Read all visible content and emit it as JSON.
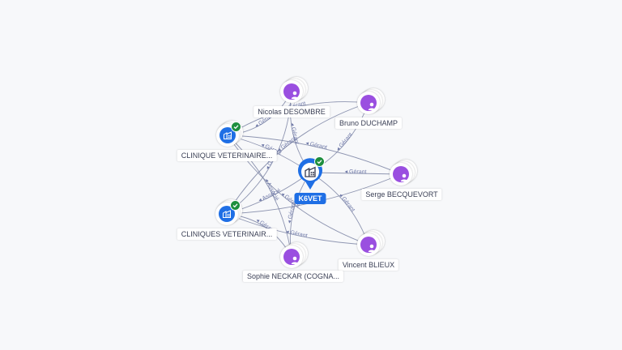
{
  "graph": {
    "center": {
      "label": "K6VET",
      "icon": "building-icon",
      "verified_icon": "check-badge-icon"
    },
    "people": [
      {
        "id": "p1",
        "label": "Nicolas DESOMBRE",
        "icon": "person-icon"
      },
      {
        "id": "p2",
        "label": "Bruno DUCHAMP",
        "icon": "person-icon"
      },
      {
        "id": "p3",
        "label": "Serge BECQUEVORT",
        "icon": "person-icon"
      },
      {
        "id": "p4",
        "label": "Vincent BLIEUX",
        "icon": "person-icon"
      },
      {
        "id": "p5",
        "label": "Sophie NECKAR (COGNA...",
        "icon": "person-icon"
      }
    ],
    "companies": [
      {
        "id": "c1",
        "label": "CLINIQUE VETERINAIRE...",
        "icon": "building-icon"
      },
      {
        "id": "c2",
        "label": "CLINIQUES VETERINAIR...",
        "icon": "building-icon"
      }
    ],
    "edge_labels": {
      "gerant": "Gérant",
      "associe": "Associé"
    },
    "colors": {
      "person": "#9a4fe0",
      "company": "#1f6fe5",
      "verified": "#1e8e3e",
      "edge": "#7b84a3"
    }
  }
}
